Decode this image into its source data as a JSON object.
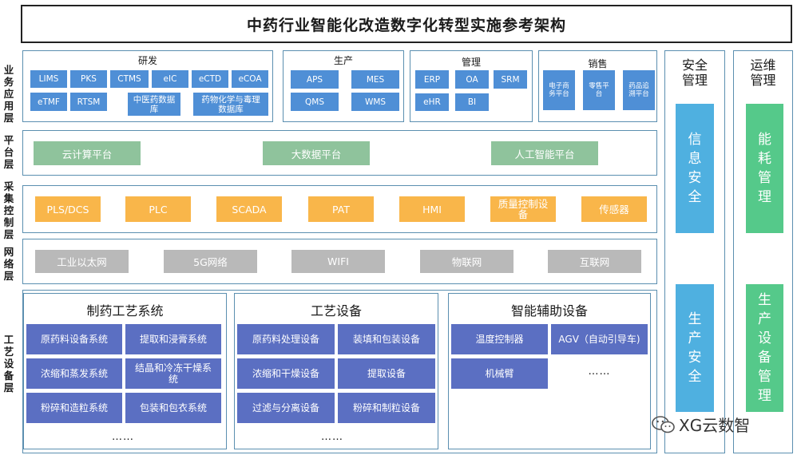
{
  "title": "中药行业智能化改造数字化转型实施参考架构",
  "layers": {
    "business": "业务应用层",
    "platform": "平台层",
    "control": "采集控制层",
    "network": "网络层",
    "process": "工艺设备层"
  },
  "business": {
    "rd": {
      "title": "研发",
      "items": [
        "LIMS",
        "PKS",
        "CTMS",
        "eIC",
        "eCTD",
        "eCOA",
        "eTMF",
        "RTSM",
        "中医药数据库",
        "药物化学与毒理数据库"
      ]
    },
    "production": {
      "title": "生产",
      "items": [
        "APS",
        "MES",
        "QMS",
        "WMS"
      ]
    },
    "management": {
      "title": "管理",
      "items": [
        "ERP",
        "OA",
        "SRM",
        "eHR",
        "BI"
      ]
    },
    "sales": {
      "title": "销售",
      "items": [
        "电子商务平台",
        "零售平台",
        "药品追溯平台"
      ]
    }
  },
  "platform": [
    "云计算平台",
    "大数据平台",
    "人工智能平台"
  ],
  "control": [
    "PLS/DCS",
    "PLC",
    "SCADA",
    "PAT",
    "HMI",
    "质量控制设备",
    "传感器"
  ],
  "network": [
    "工业以太网",
    "5G网络",
    "WIFI",
    "物联网",
    "互联网"
  ],
  "process": {
    "pharma": {
      "title": "制药工艺系统",
      "items": [
        "原药料设备系统",
        "提取和浸膏系统",
        "浓缩和蒸发系统",
        "结晶和冷冻干燥系统",
        "粉碎和造粒系统",
        "包装和包衣系统"
      ],
      "more": "……"
    },
    "equipment": {
      "title": "工艺设备",
      "items": [
        "原药料处理设备",
        "装填和包装设备",
        "浓缩和干燥设备",
        "提取设备",
        "过滤与分离设备",
        "粉碎和制粒设备"
      ],
      "more": "……"
    },
    "aux": {
      "title": "智能辅助设备",
      "items": [
        "温度控制器",
        "AGV（自动引导车)",
        "机械臂"
      ],
      "more": "……"
    }
  },
  "security": {
    "title": "安全管理",
    "items": [
      "信息安全",
      "生产安全"
    ]
  },
  "ops": {
    "title": "运维管理",
    "items": [
      "能耗管理",
      "生产设备管理"
    ]
  },
  "watermark": "XG云数智",
  "colors": {
    "business_blue": "#4f8fd6",
    "platform_green": "#8fc39c",
    "control_orange": "#f9b64a",
    "network_gray": "#b9b9b9",
    "process_indigo": "#5b6fc2",
    "security_blue": "#4fb0e0",
    "ops_green": "#55c98a"
  }
}
